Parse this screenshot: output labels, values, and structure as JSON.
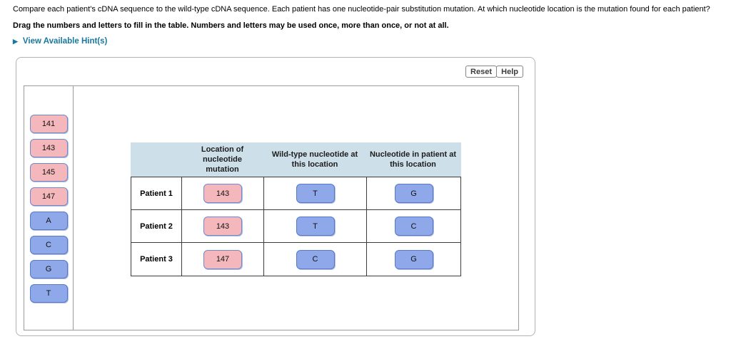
{
  "instructions": {
    "question": "Compare each patient's cDNA sequence to the wild-type cDNA sequence. Each patient has one nucleotide-pair substitution mutation. At which nucleotide location is the mutation found for each patient?",
    "drag_directions": "Drag the numbers and letters to fill in the table. Numbers and letters may be used once, more than once, or not at all.",
    "hint_arrow": "▶",
    "hint_link": "View Available Hint(s)"
  },
  "toolbar": {
    "reset": "Reset",
    "help": "Help"
  },
  "tray": {
    "number_chips": [
      "141",
      "143",
      "145",
      "147"
    ],
    "letter_chips": [
      "A",
      "C",
      "G",
      "T"
    ]
  },
  "table": {
    "headers": {
      "patient": "",
      "location": "Location of nucleotide mutation",
      "wild_type": "Wild-type nucleotide at this location",
      "patient_nt": "Nucleotide in patient at this location"
    },
    "rows": [
      {
        "patient": "Patient 1",
        "location": "143",
        "wild_type": "T",
        "patient_nt": "G"
      },
      {
        "patient": "Patient 2",
        "location": "143",
        "wild_type": "T",
        "patient_nt": "C"
      },
      {
        "patient": "Patient 3",
        "location": "147",
        "wild_type": "C",
        "patient_nt": "G"
      }
    ]
  },
  "colors": {
    "number_chip_bg": "#F4B8BC",
    "letter_chip_bg": "#8EA8E9",
    "chip_border": "#5E80CF",
    "table_header_bg": "#CDDFE9",
    "hint_link": "#17789F"
  }
}
